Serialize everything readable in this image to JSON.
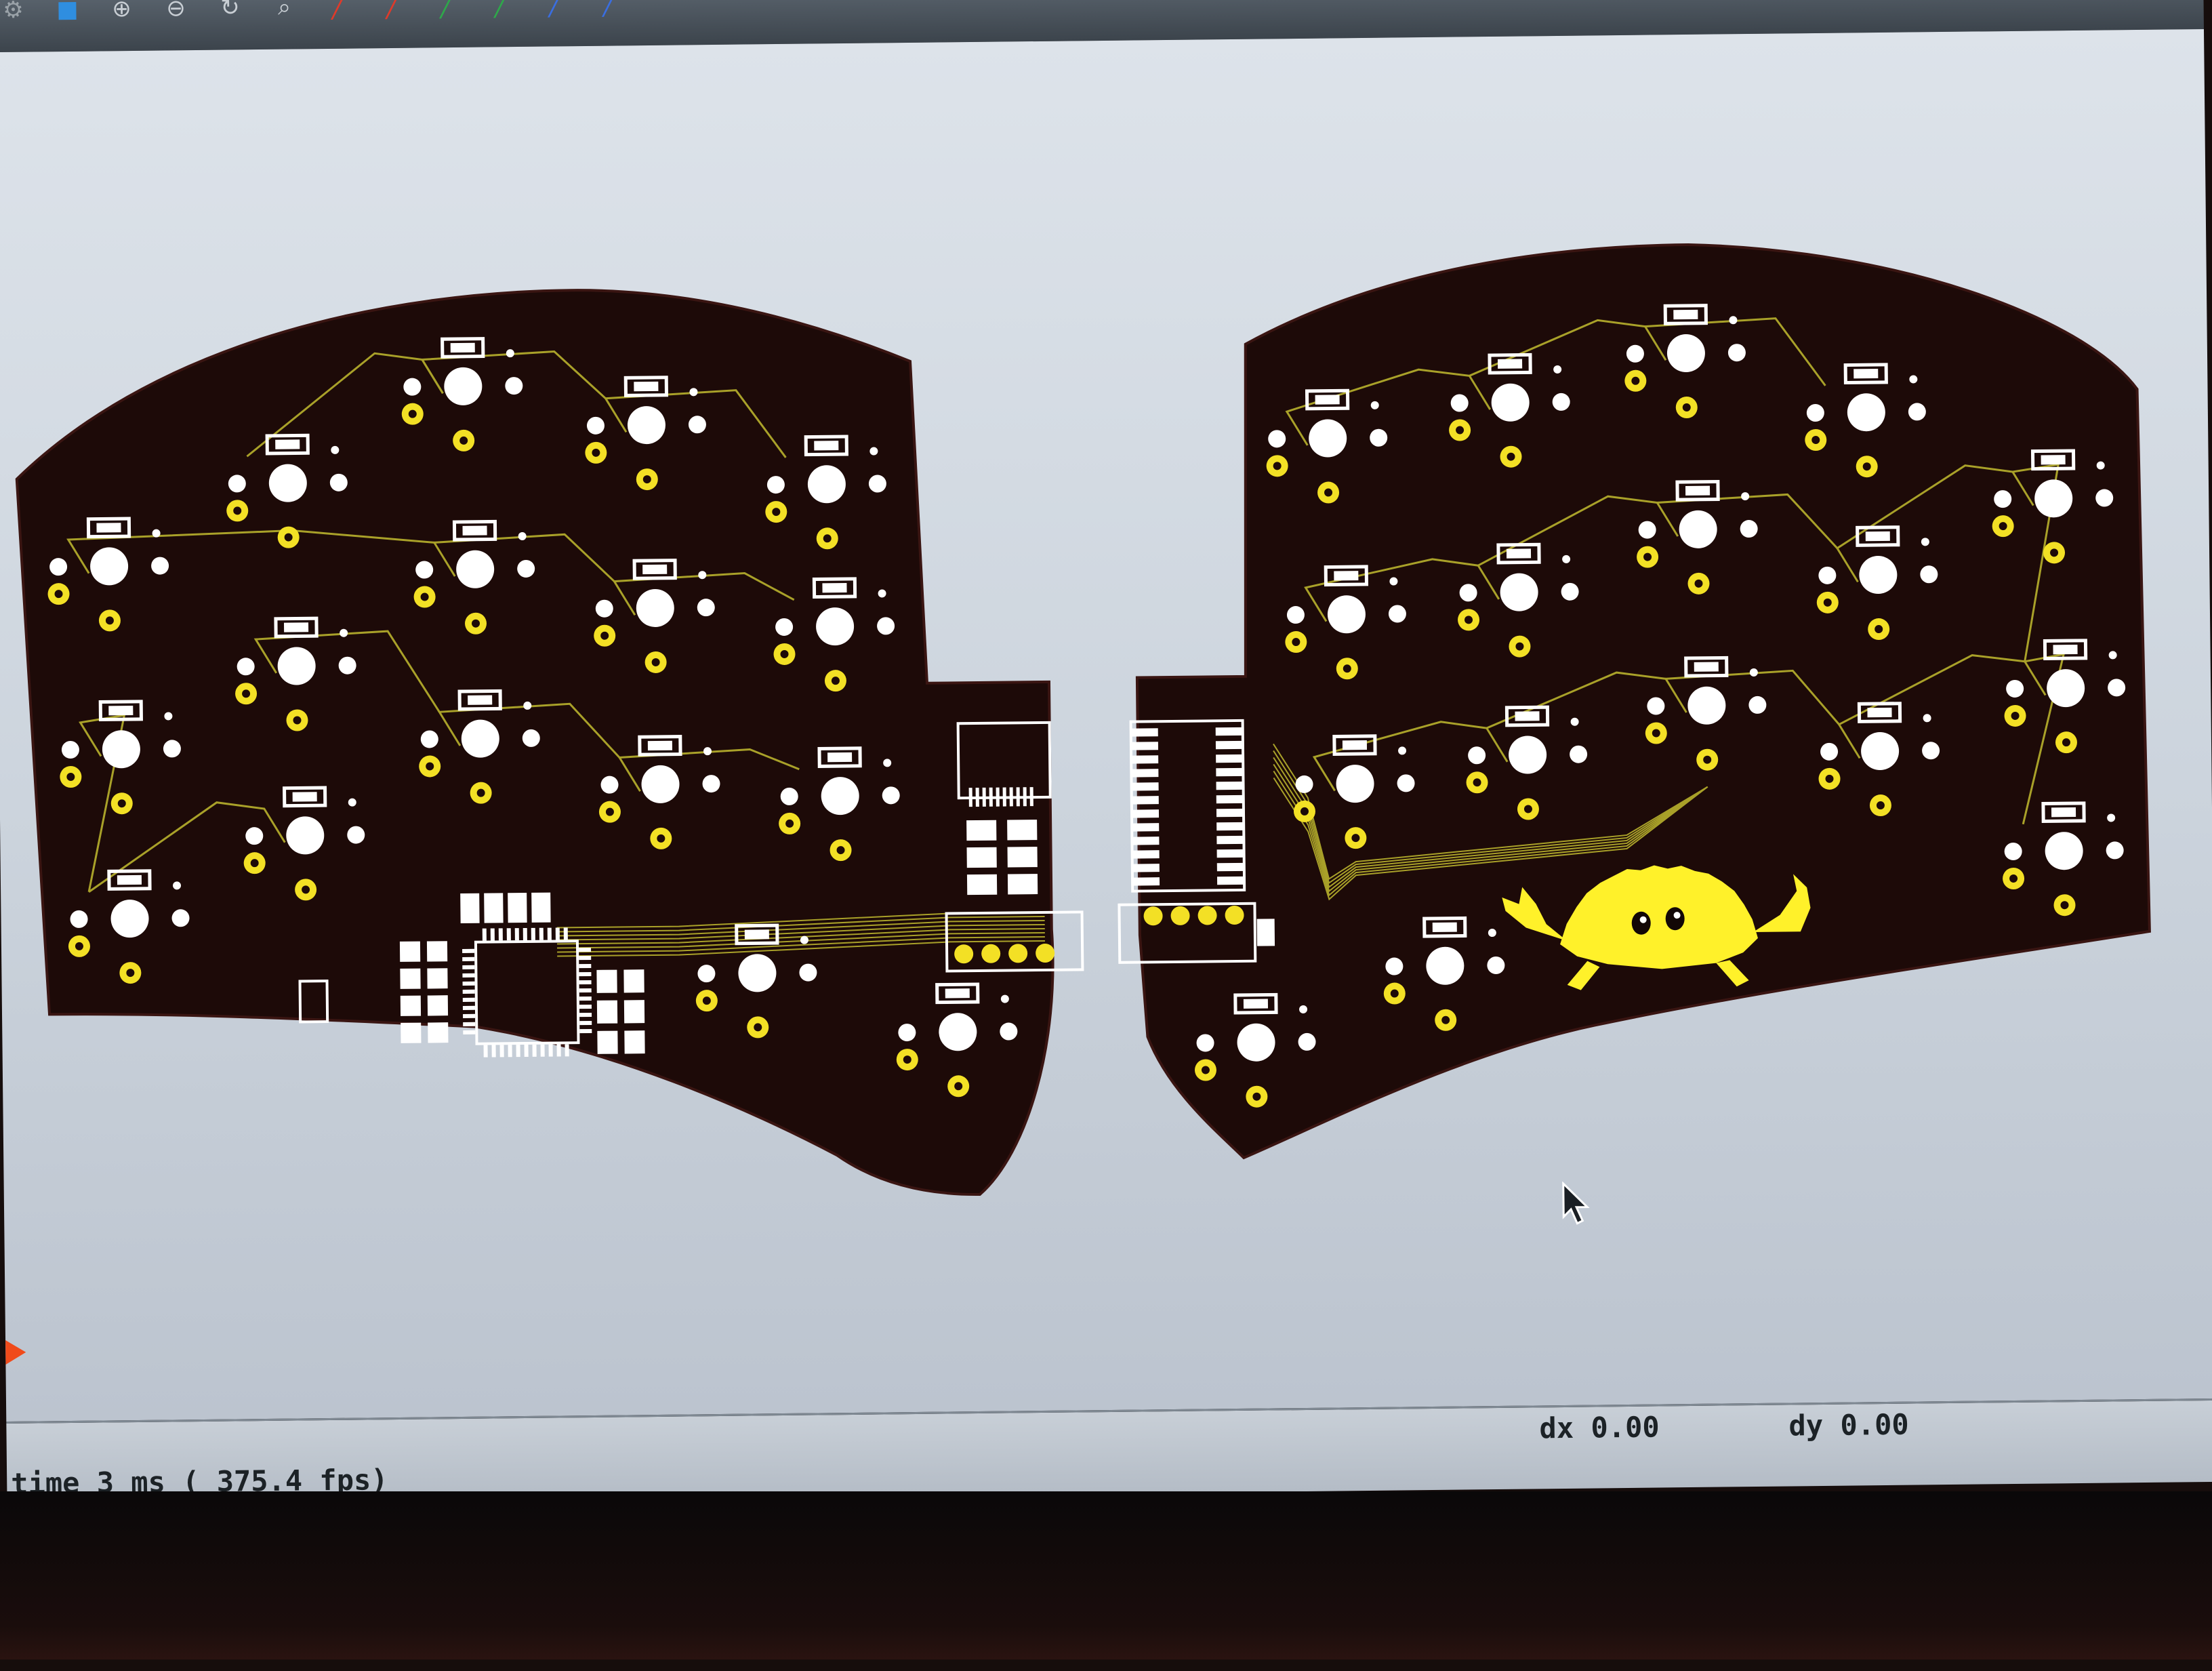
{
  "toolbar": {
    "icons": [
      "gear-icon",
      "3d-view-icon",
      "zoom-fit-icon",
      "zoom-in-icon",
      "redraw-icon",
      "zoom-selection-icon",
      "route-track-red-icon",
      "route-track-red-alt-icon",
      "route-track-green-icon",
      "route-track-green-alt-icon",
      "route-track-blue-icon",
      "route-track-blue-alt-icon"
    ],
    "icon_glyphs": [
      "⚙",
      "■",
      "⊕",
      "⊖",
      "↻",
      "⌕",
      "╱",
      "╱",
      "╱",
      "╱",
      "╱",
      "╱"
    ],
    "icon_colors": [
      "#9aa2a8",
      "#2f8ee0",
      "#c8ced4",
      "#c8ced4",
      "#c8ced4",
      "#c8ced4",
      "#e03a2a",
      "#e03a2a",
      "#2ea84a",
      "#2ea84a",
      "#3a6ee0",
      "#3a6ee0"
    ]
  },
  "status": {
    "dx_label": "dx",
    "dx_value": "0.00",
    "dy_label": "dy",
    "dy_value": "0.00",
    "render_time": "time 3 ms ( 375.4 fps)"
  },
  "colors": {
    "board": "#1d0a08",
    "board_edge": "#3a1512",
    "pad_gold": "#f3e025",
    "pad_outline": "#ffffff",
    "trace": "#a9a129",
    "mascot": "#fff12a"
  }
}
